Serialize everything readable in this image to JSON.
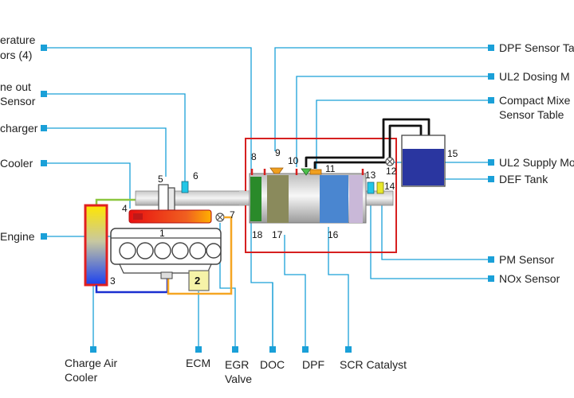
{
  "labels": {
    "temp_sensors_l1": "erature",
    "temp_sensors_l2": "ors (4)",
    "engine_out_l1": "ne out",
    "engine_out_l2": "Sensor",
    "turbo": "charger",
    "egr_cooler": "Cooler",
    "engine": "Engine",
    "charge_air_l1": "Charge Air",
    "charge_air_l2": "Cooler",
    "ecm": "ECM",
    "egr_valve_l1": "EGR",
    "egr_valve_l2": "Valve",
    "doc": "DOC",
    "dpf": "DPF",
    "scr": "SCR Catalyst",
    "dpf_sensor": "DPF Sensor Ta",
    "ul2_dosing": "UL2 Dosing M",
    "mixer_l1": "Compact Mixe",
    "mixer_l2": "Sensor Table",
    "ul2_supply": "UL2 Supply Mo",
    "def_tank": "DEF Tank",
    "pm_sensor": "PM Sensor",
    "nox_sensor": "NOx Sensor"
  },
  "numbers": [
    "1",
    "2",
    "3",
    "4",
    "5",
    "6",
    "7",
    "8",
    "9",
    "10",
    "11",
    "12",
    "13",
    "14",
    "15",
    "16",
    "17",
    "18"
  ],
  "colors": {
    "leader": "#1aa0d8",
    "marker": "#1aa0d8",
    "red_box": "#d62020",
    "hot_red": "#e01010",
    "cooler_red": "#e02020",
    "orange_pipe": "#f5a623",
    "green_pipe": "#8cc63f",
    "blue_pipe": "#1a2fd0",
    "ecm_fill": "#f6f3a8",
    "def_tank": "#2a36a0",
    "doc_fill": "#8a8a5c",
    "scr_fill": "#4a86d0",
    "green_element": "#2a8a2a",
    "sensor_cyan": "#22c6e6",
    "sensor_yellow": "#e8e82a",
    "engine_line": "#444444"
  }
}
